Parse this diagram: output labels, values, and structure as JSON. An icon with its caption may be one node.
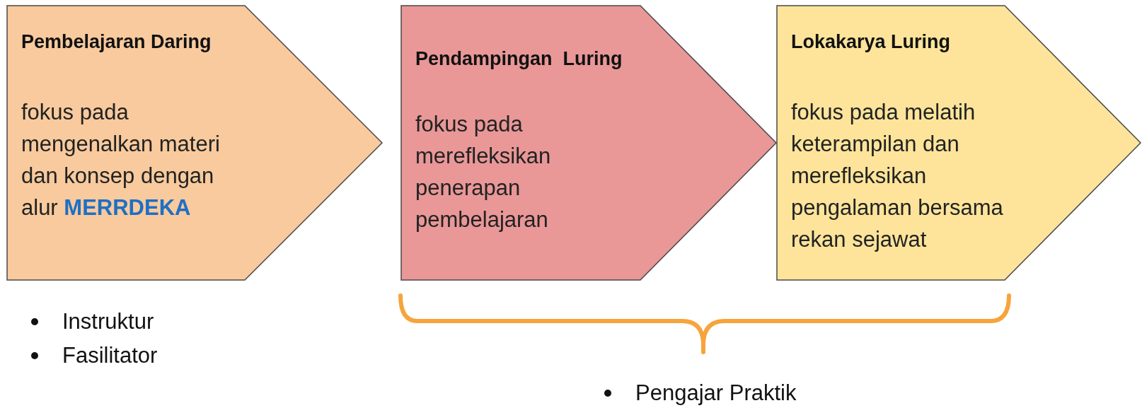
{
  "diagram": {
    "nodes": [
      {
        "text": [
          "Pembelajaran Daring",
          "fokus pada mengenalkan materi dan konsep dengan alur **MERRDEKA**"
        ]
      },
      {
        "text": [
          "Pendampingan  Luring",
          "fokus pada merefleksikan penerapan pembelajaran"
        ]
      },
      {
        "text": [
          "Lokakarya Luring",
          "fokus pada melatih keterampilan dan merefleksikan pengalaman bersama rekan sejawat"
        ]
      }
    ],
    "edges": [],
    "labels": [
      "Instruktur",
      "Fasilitator",
      "Pengajar Praktik"
    ]
  }
}
